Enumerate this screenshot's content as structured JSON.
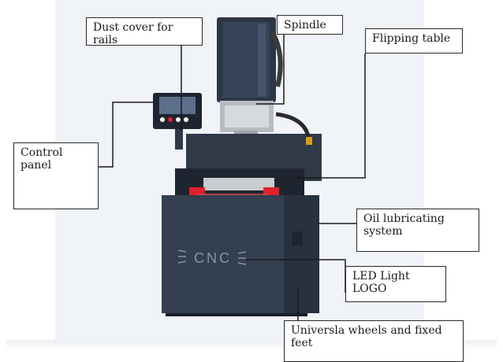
{
  "labels": {
    "dust_cover": "Dust cover for\nrails",
    "spindle": "Spindle",
    "flipping_table": "Flipping table",
    "control_panel": "Control\npanel",
    "oil_lubricating": "Oil lubricating\nsystem",
    "led_logo": "LED Light\nLOGO",
    "wheels": "Universla wheels and fixed\nfeet"
  },
  "machine": {
    "logo_text": "CNC",
    "body_color": "#2f3948",
    "accent_color": "#e0202a",
    "rail_color": "#c9ccd0"
  }
}
